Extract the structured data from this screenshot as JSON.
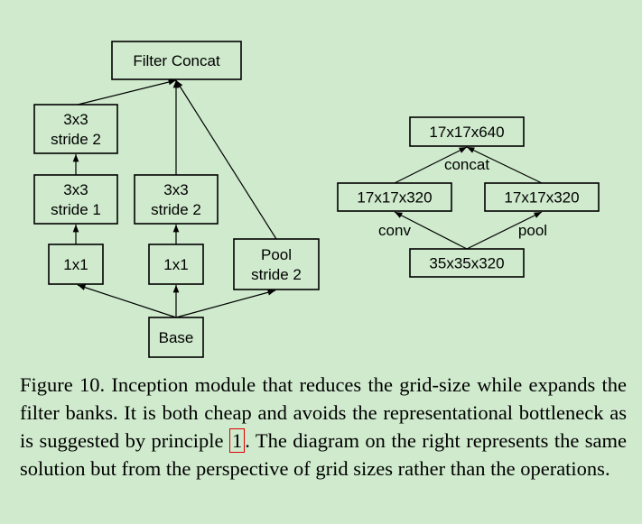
{
  "left_diagram": {
    "nodes": {
      "filter_concat": [
        "Filter Concat"
      ],
      "conv3x3_s2_top": [
        "3x3",
        "stride 2"
      ],
      "conv3x3_s1": [
        "3x3",
        "stride 1"
      ],
      "conv1x1_left": [
        "1x1"
      ],
      "conv3x3_s2_mid": [
        "3x3",
        "stride 2"
      ],
      "conv1x1_mid": [
        "1x1"
      ],
      "pool_s2": [
        "Pool",
        "stride 2"
      ],
      "base": [
        "Base"
      ]
    },
    "edges": [
      [
        "base",
        "conv1x1_left"
      ],
      [
        "base",
        "conv1x1_mid"
      ],
      [
        "base",
        "pool_s2"
      ],
      [
        "conv1x1_left",
        "conv3x3_s1"
      ],
      [
        "conv3x3_s1",
        "conv3x3_s2_top"
      ],
      [
        "conv3x3_s2_top",
        "filter_concat"
      ],
      [
        "conv1x1_mid",
        "conv3x3_s2_mid"
      ],
      [
        "conv3x3_s2_mid",
        "filter_concat"
      ],
      [
        "pool_s2",
        "filter_concat"
      ]
    ]
  },
  "right_diagram": {
    "nodes": {
      "out_17x17x640": [
        "17x17x640"
      ],
      "conv_17x17x320": [
        "17x17x320"
      ],
      "pool_17x17x320": [
        "17x17x320"
      ],
      "in_35x35x320": [
        "35x35x320"
      ]
    },
    "labels": {
      "concat": "concat",
      "conv": "conv",
      "pool": "pool"
    },
    "edges": [
      [
        "in_35x35x320",
        "conv_17x17x320"
      ],
      [
        "in_35x35x320",
        "pool_17x17x320"
      ],
      [
        "conv_17x17x320",
        "out_17x17x640"
      ],
      [
        "pool_17x17x320",
        "out_17x17x640"
      ]
    ]
  },
  "caption": {
    "before_ref": "Figure 10. Inception module that reduces the grid-size while expands the filter banks. It is both cheap and avoids the representational bottleneck as is suggested by principle ",
    "ref": "1",
    "after_ref": ". The diagram on the right represents the same solution but from the perspective of grid sizes rather than the operations."
  }
}
